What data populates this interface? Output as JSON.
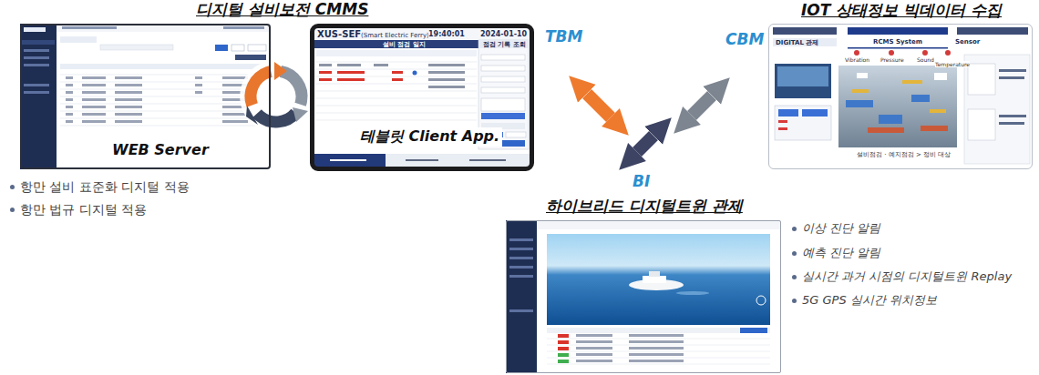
{
  "diagram": {
    "nodes": [
      {
        "text": [
          "WEB Server"
        ]
      },
      {
        "text": [
          "테블릿 Client App."
        ]
      },
      {
        "text": [
          "IOT 상태정보 빅데이터 수집"
        ]
      },
      {
        "text": [
          "하이브리드 디지털트윈 관제"
        ]
      }
    ],
    "labels": [
      "디지털 설비보전 CMMS",
      "항만 설비 표준화 디지털 적용",
      "항만 법규 디지털 적용",
      "TBM",
      "CBM",
      "BI",
      "이상 진단 알림",
      "예측 진단 알림",
      "실시간 과거 시점의 디지털트윈 Replay",
      "5G GPS 실시간 위치정보",
      "XUS-SEF",
      "(Smart Electric Ferry)",
      "19:40:01",
      "2024-01-10",
      "설비 점검 일지",
      "점검 기록 조회",
      "DIGITAL 관제",
      "RCMS System",
      "Sensor",
      "Vibration",
      "Pressure",
      "Sound",
      "Temperature",
      "설비점검 · 예지점검 > 정비 대상"
    ]
  }
}
